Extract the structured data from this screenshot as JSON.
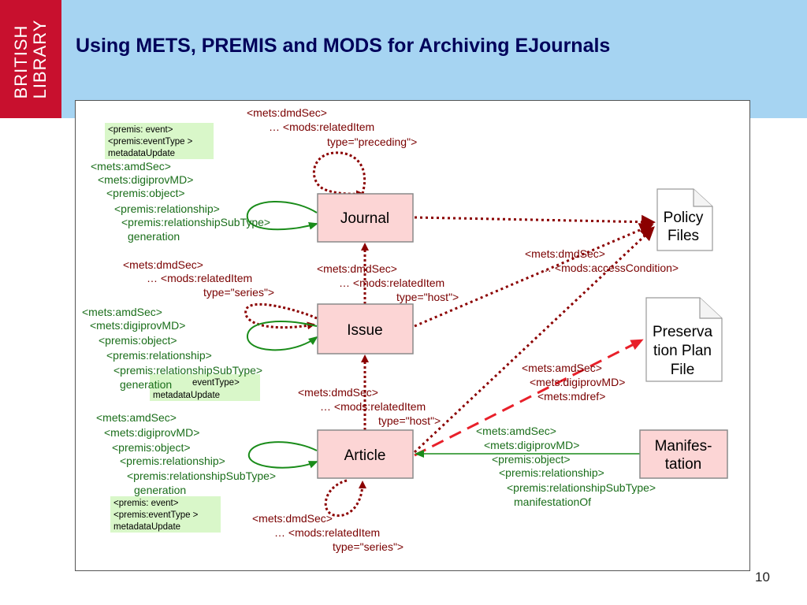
{
  "logo": {
    "line1": "BRITISH",
    "line2": "LIBRARY"
  },
  "title": "Using METS, PREMIS and MODS for Archiving EJournals",
  "slide_number": "10",
  "colors": {
    "header": "#a6d4f2",
    "logo": "#c8102e",
    "box_fill": "#fcd5d5",
    "dark_red": "#8b0000",
    "bright_red": "#e8202a",
    "green": "#1a8c1a",
    "note_fill": "#d9f7c9"
  },
  "nodes": {
    "journal": "Journal",
    "issue": "Issue",
    "article": "Article",
    "manifestation": {
      "line1": "Manifes-",
      "line2": "tation"
    }
  },
  "documents": {
    "policy": {
      "line1": "Policy",
      "line2": "Files"
    },
    "preservation": {
      "line1": "Preserva",
      "line2": "tion Plan",
      "line3": "File"
    }
  },
  "notes": {
    "top": {
      "line1": "<premis: event>",
      "line2": "<premis:eventType >",
      "line3": "metadataUpdate"
    },
    "mid": {
      "line1": "eventType>",
      "line2": "metadataUpdate"
    },
    "bottom": {
      "line1": "<premis: event>",
      "line2": "<premis:eventType >",
      "line3": "metadataUpdate"
    }
  },
  "labels": {
    "journal_self": {
      "line1": "<mets:dmdSec>",
      "line2": "… <mods:relatedItem",
      "line3": "type=\"preceding\">"
    },
    "journal_premis": {
      "line1": "<mets:amdSec>",
      "line2": "<mets:digiprovMD>",
      "line3": "<premis:object>",
      "line4": "<premis:relationship>",
      "line5": "<premis:relationshipSubType>",
      "line6": "generation"
    },
    "issue_self": {
      "line1": "<mets:dmdSec>",
      "line2": "… <mods:relatedItem",
      "line3": "type=\"series\">"
    },
    "issue_host": {
      "line1": "<mets:dmdSec>",
      "line2": "… <mods:relatedItem",
      "line3": "type=\"host\">"
    },
    "issue_premis": {
      "line1": "<mets:amdSec>",
      "line2": "<mets:digiprovMD>",
      "line3": "<premis:object>",
      "line4": "<premis:relationship>",
      "line5": "<premis:relationshipSubType>",
      "line6": "generation"
    },
    "access": {
      "line1": "<mets:dmdSec>",
      "line2": "… <mods:accessCondition>"
    },
    "preservation_ref": {
      "line1": "<mets:amdSec>",
      "line2": "<mets:digiprovMD>",
      "line3": "<mets:mdref>"
    },
    "article_host": {
      "line1": "<mets:dmdSec>",
      "line2": "… <mods:relatedItem",
      "line3": "type=\"host\">"
    },
    "article_premis": {
      "line1": "<mets:amdSec>",
      "line2": "<mets:digiprovMD>",
      "line3": "<premis:object>",
      "line4": "<premis:relationship>",
      "line5": "<premis:relationshipSubType>",
      "line6": "generation"
    },
    "manifestation_rel": {
      "line1": "<mets:amdSec>",
      "line2": "<mets:digiprovMD>",
      "line3": "<premis:object>",
      "line4": "<premis:relationship>",
      "line5": "<premis:relationshipSubType>",
      "line6": "manifestationOf"
    },
    "article_self": {
      "line1": "<mets:dmdSec>",
      "line2": "… <mods:relatedItem",
      "line3": "type=\"series\">"
    }
  }
}
